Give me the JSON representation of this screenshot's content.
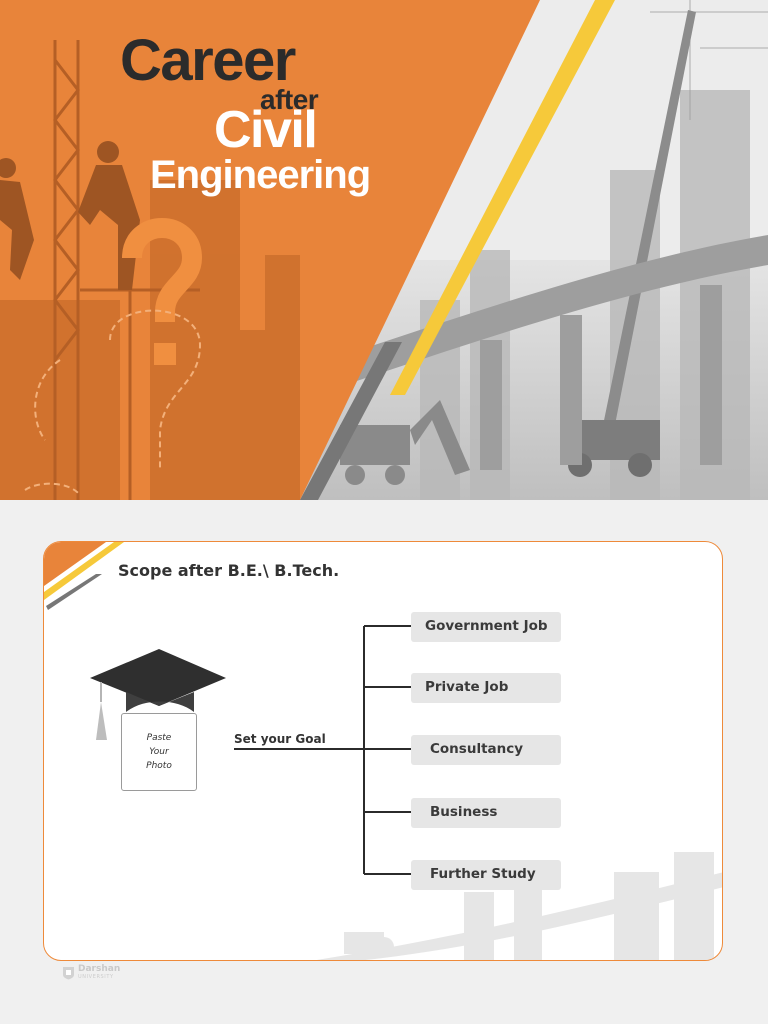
{
  "hero": {
    "title_line1": "Career",
    "title_line2": "after",
    "title_line3": "Civil",
    "title_line4": "Engineering"
  },
  "card": {
    "title": "Scope after B.E.\\ B.Tech.",
    "goal_label": "Set your Goal",
    "photo_placeholder": [
      "Paste",
      "Your",
      "Photo"
    ],
    "branches": [
      "Government Job",
      "Private Job",
      "Consultancy",
      "Business",
      "Further Study"
    ]
  },
  "footer": {
    "logo_name": "Darshan",
    "logo_sub": "UNIVERSITY"
  },
  "colors": {
    "orange": "#e8843a",
    "yellow": "#f6c93a",
    "gray": "#777777",
    "accent_border": "#ee8a3a"
  },
  "icons": [
    "graduation-cap-icon",
    "question-mark-icon",
    "darshan-logo-icon"
  ]
}
